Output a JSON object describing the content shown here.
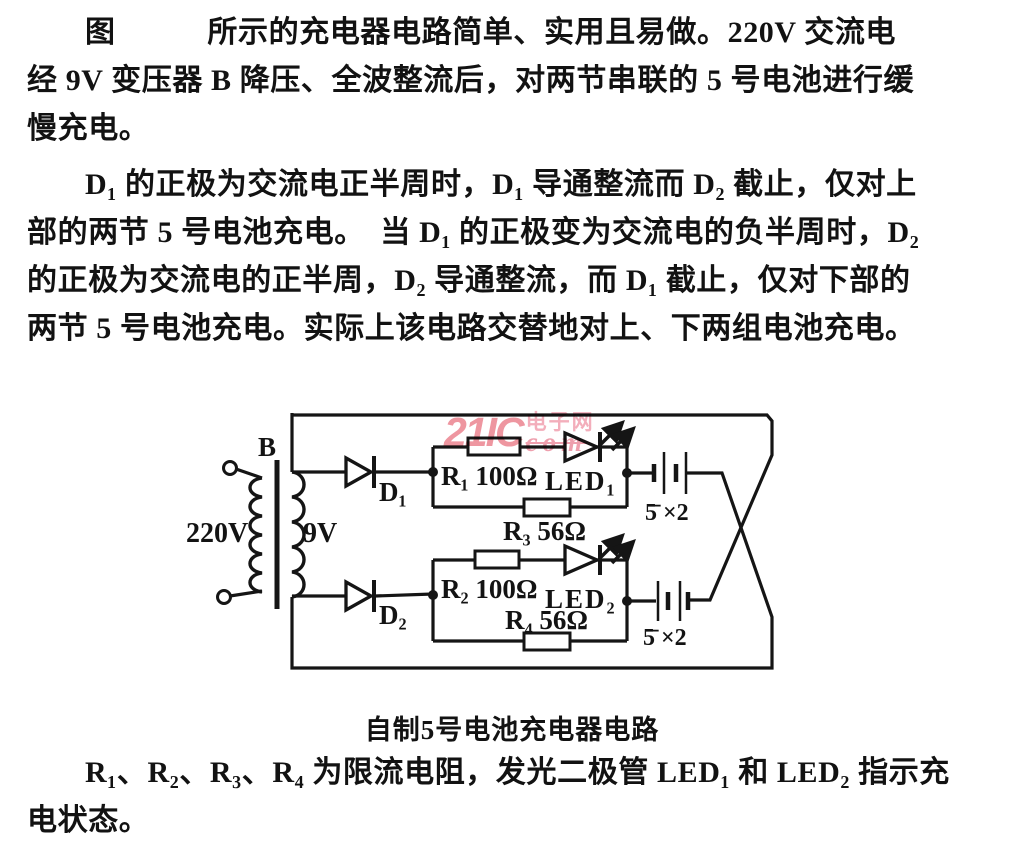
{
  "caption": "自制5号电池充电器电路",
  "paragraphs": {
    "p1": {
      "lines": [
        "图　　　所示的充电器电路简单、实用且易做。220V 交流电",
        "经 9V 变压器 B 降压、全波整流后，对两节串联的 5 号电池进行缓",
        "慢充电。"
      ]
    },
    "p2": {
      "lines": [
        "D₁ 的正极为交流电正半周时，D₁ 导通整流而 D₂ 截止，仅对上",
        "部的两节 5 号电池充电。　当 D₁ 的正极变为交流电的负半周时，D₂",
        "的正极为交流电的正半周，D₂ 导通整流，而 D₁ 截止，仅对下部的",
        "两节 5 号电池充电。实际上该电路交替地对上、下两组电池充电。"
      ]
    },
    "p3": {
      "lines": [
        "R₁、R₂、R₃、R₄ 为限流电阻，发光二极管 LED₁ 和 LED₂ 指示充",
        "电状态。"
      ]
    }
  },
  "watermark": {
    "brand": "21IC",
    "site_cn": "电子网",
    "domain": "com",
    "color": "#ec8793"
  },
  "diagram": {
    "transformer_label": "B",
    "primary_voltage": "220V",
    "secondary_voltage": "9V",
    "diode1": "D₁",
    "diode2": "D₂",
    "r1": "R₁ 100Ω",
    "r3": "R₃ 56Ω",
    "r2": "R₂ 100Ω",
    "r4": "R₄ 56Ω",
    "led1": "LED₁",
    "led2": "LED₂",
    "battery1": "5̄ ×2",
    "battery2": "5̄ ×2"
  }
}
